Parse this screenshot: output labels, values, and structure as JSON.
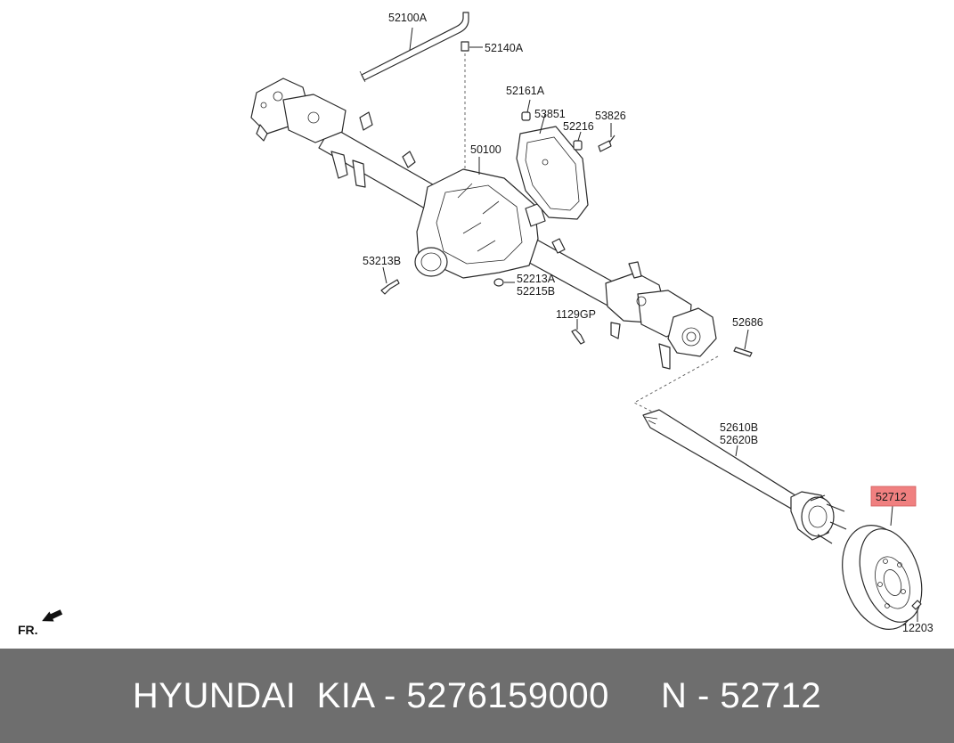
{
  "parts": {
    "p52100A": "52100A",
    "p52140A": "52140A",
    "p52161A": "52161A",
    "p53851": "53851",
    "p52216": "52216",
    "p53826": "53826",
    "p50100": "50100",
    "p53213B": "53213B",
    "p52213A": "52213A",
    "p52215B": "52215B",
    "p1129GP": "1129GP",
    "p52686": "52686",
    "p52610B": "52610B",
    "p52620B": "52620B",
    "p52712": "52712",
    "p12203": "12203"
  },
  "highlight": {
    "part": "52712",
    "color": "#f08080"
  },
  "direction": {
    "label": "FR."
  },
  "footer": {
    "text": "HYUNDAI  KIA - 5276159000     N - 52712",
    "background": "#6e6e6e"
  }
}
